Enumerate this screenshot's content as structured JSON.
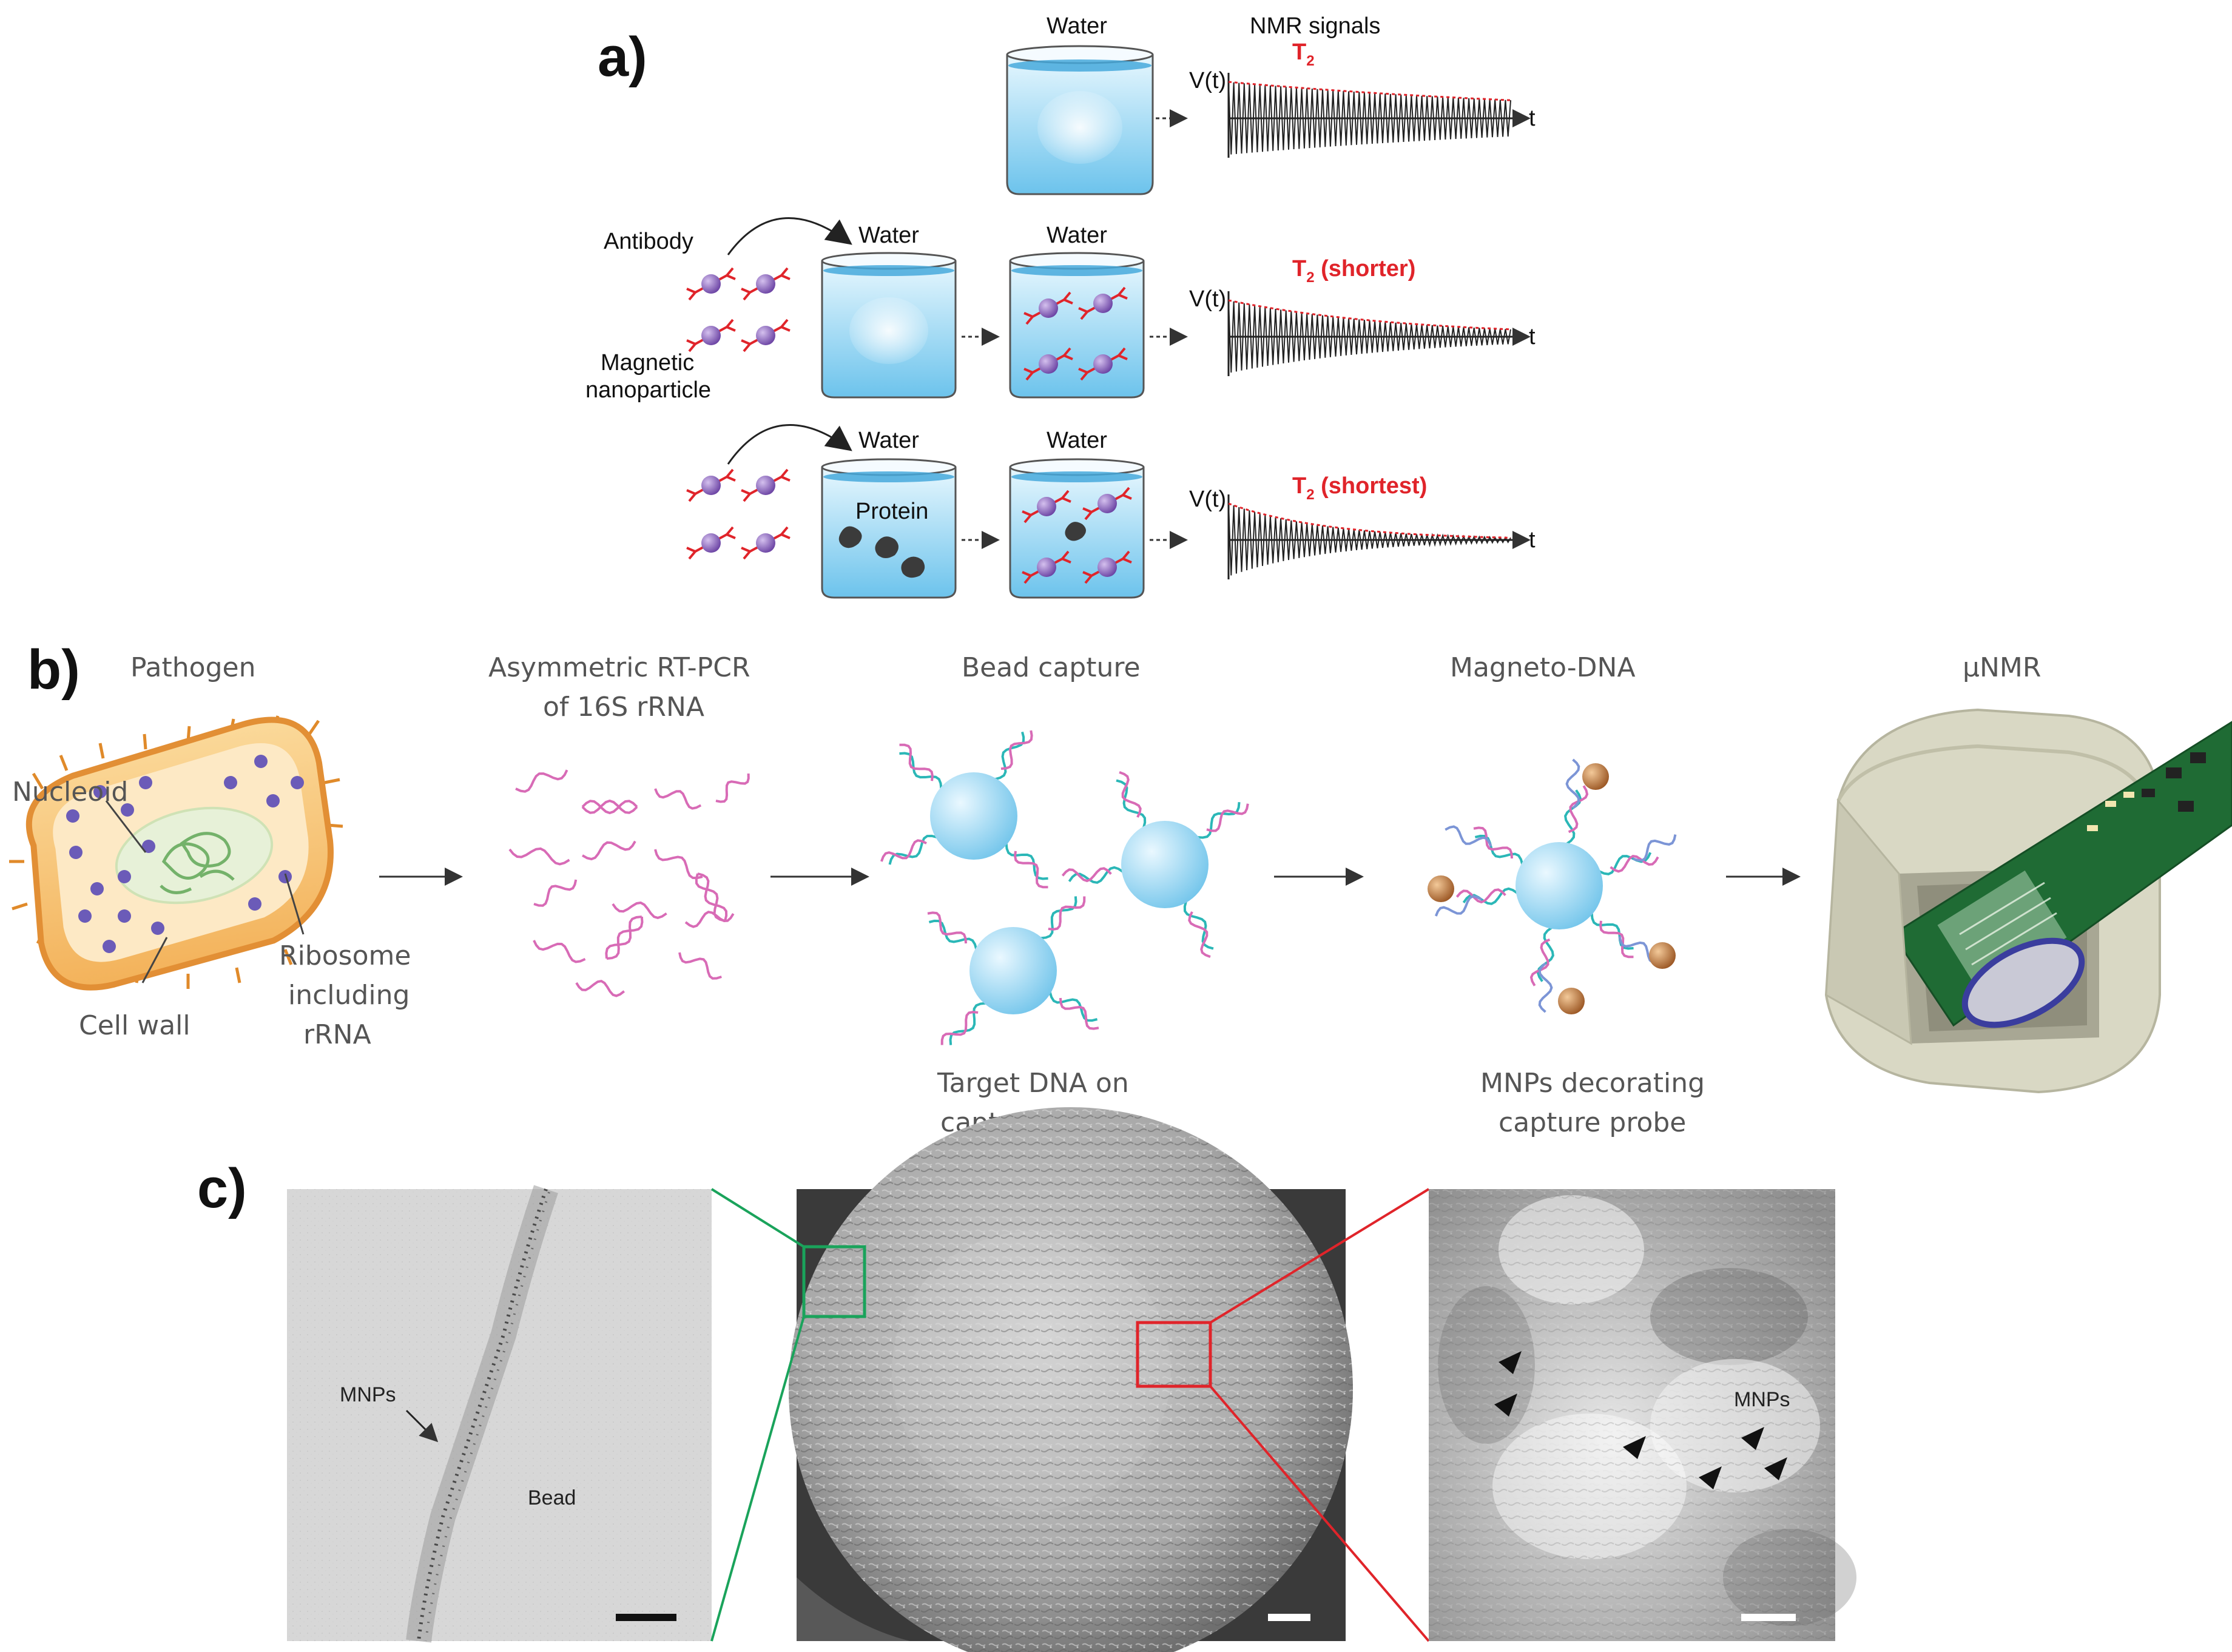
{
  "panel_a": {
    "label": "a)",
    "row1": {
      "water": "Water",
      "nmr_title": "NMR signals",
      "t2": "T",
      "t2_sub": "2",
      "axis_y": "V(t)",
      "axis_x": "t"
    },
    "row2": {
      "antibody": "Antibody",
      "magnetic_np": "Magnetic\nnanoparticle",
      "magnetic_line1": "Magnetic",
      "magnetic_line2": "nanoparticle",
      "water1": "Water",
      "water2": "Water",
      "t2": "T",
      "t2_sub": "2",
      "t2_suffix": " (shorter)",
      "axis_y": "V(t)",
      "axis_x": "t"
    },
    "row3": {
      "water1": "Water",
      "water2": "Water",
      "protein": "Protein",
      "t2": "T",
      "t2_sub": "2",
      "t2_suffix": " (shortest)",
      "axis_y": "V(t)",
      "axis_x": "t"
    }
  },
  "panel_b": {
    "label": "b)",
    "steps": [
      {
        "title_line1": "Pathogen",
        "title_line2": ""
      },
      {
        "title_line1": "Asymmetric RT-PCR",
        "title_line2": "of 16S rRNA"
      },
      {
        "title_line1": "Bead capture",
        "title_line2": ""
      },
      {
        "title_line1": "Magneto-DNA",
        "title_line2": ""
      },
      {
        "title_line1": "μNMR",
        "title_line2": ""
      }
    ],
    "pathogen_labels": {
      "nucleoid": "Nucleoid",
      "ribosome_1": "Ribosome",
      "ribosome_2": "including",
      "ribosome_3": "rRNA",
      "cell_wall": "Cell wall"
    },
    "bead_caption_1": "Target DNA on",
    "bead_caption_2": "capture probe",
    "mnp_caption_1": "MNPs decorating",
    "mnp_caption_2": "capture probe"
  },
  "panel_c": {
    "label": "c)",
    "left_mnps": "MNPs",
    "left_bead": "Bead",
    "right_mnps": "MNPs"
  },
  "colors": {
    "water_top": "#cfeefc",
    "water_bottom": "#7ccbee",
    "nanoparticle": "#8a63b8",
    "antibody": "#e0242a",
    "t2_red": "#e0242a",
    "bacterium_wall": "#f2a94e",
    "bead": "#8fd3f2",
    "mnp_bead": "#c0763a",
    "dna_pink": "#d86bb6",
    "dna_teal": "#2bb7b7",
    "green_box": "#1aa35b",
    "red_box": "#e0242a",
    "device_shell": "#d9d8c4",
    "pcb_green": "#1f6b34"
  }
}
